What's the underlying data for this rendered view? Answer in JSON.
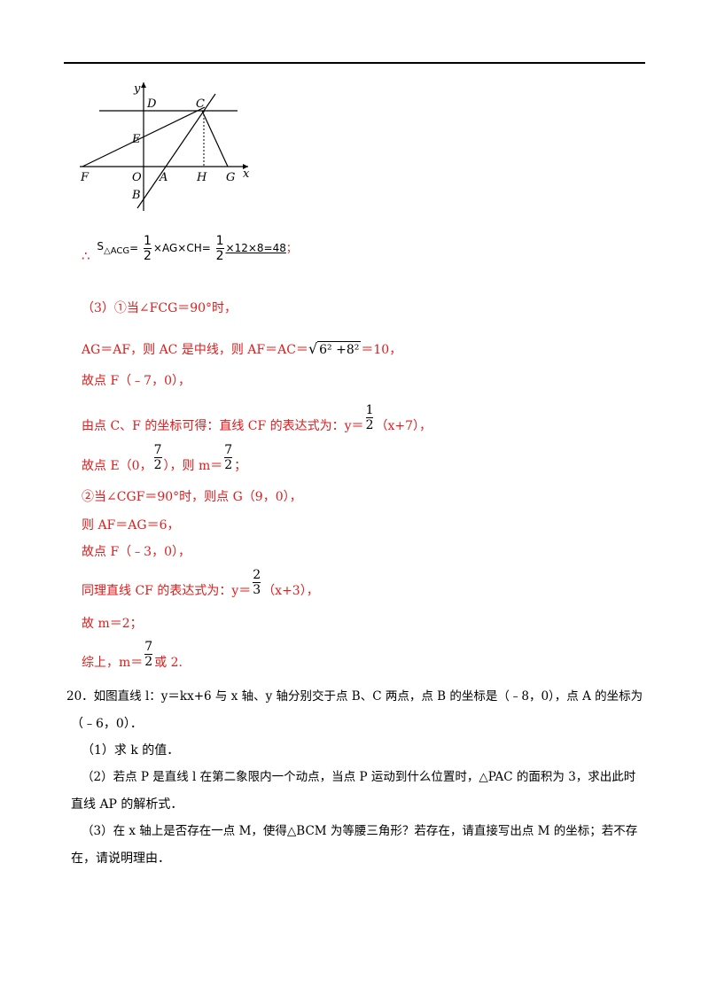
{
  "figure": {
    "labels": {
      "y": "y",
      "D": "D",
      "C": "C",
      "E": "E",
      "F": "F",
      "O": "O",
      "A": "A",
      "H": "H",
      "G": "G",
      "x": "x",
      "B": "B"
    }
  },
  "area": {
    "therefore": "∴",
    "s": "S",
    "sub": "△ACG",
    "eq1": "=",
    "one": "1",
    "two": "2",
    "mid": "×AG×CH=",
    "one2": "1",
    "two2": "2",
    "rest": "×12×8=48",
    "semi": "；"
  },
  "part3": {
    "case1": "（3）①当∠FCG＝90°时，",
    "line_ag_pre": "AG＝AF，则 AC 是中线，则 AF＝AC＝",
    "sqrt_content": "6² +8²",
    "line_ag_post": "＝10，",
    "pointF1": "故点 F（﹣7，0），",
    "cf1_pre": "由点 C、F 的坐标可得：直线 CF 的表达式为：y＝",
    "cf1_num": "1",
    "cf1_den": "2",
    "cf1_post": "（x+7），",
    "pointE_pre": "故点 E（0，",
    "pointE_num": "7",
    "pointE_den": "2",
    "pointE_mid": "），则 m＝",
    "m_num": "7",
    "m_den": "2",
    "pointE_post": "；",
    "case2": "②当∠CGF＝90°时，则点 G（9，0），",
    "af_ag": "则 AF＝AG＝6，",
    "pointF2": "故点 F（﹣3，0），",
    "cf2_pre": "同理直线 CF 的表达式为：y＝",
    "cf2_num": "2",
    "cf2_den": "3",
    "cf2_post": "（x+3），",
    "m2": "故 m＝2；",
    "summary_pre": "综上，m＝",
    "summary_num": "7",
    "summary_den": "2",
    "summary_post": "或 2."
  },
  "q20": {
    "line1": "20．如图直线 l：y＝kx+6 与 x 轴、y 轴分别交于点 B、C 两点，点 B 的坐标是（﹣8，0），点 A 的坐标为",
    "line2": "（﹣6，0）．",
    "sub1": "（1）求 k 的值．",
    "sub2_a": "（2）若点 P 是直线 l 在第二象限内一个动点，当点 P 运动到什么位置时，△PAC 的面积为 3，求出此时",
    "sub2_b": "直线 AP 的解析式．",
    "sub3_a": "（3）在 x 轴上是否存在一点 M，使得△BCM 为等腰三角形？若存在，请直接写出点 M 的坐标；若不存",
    "sub3_b": "在，请说明理由．"
  }
}
